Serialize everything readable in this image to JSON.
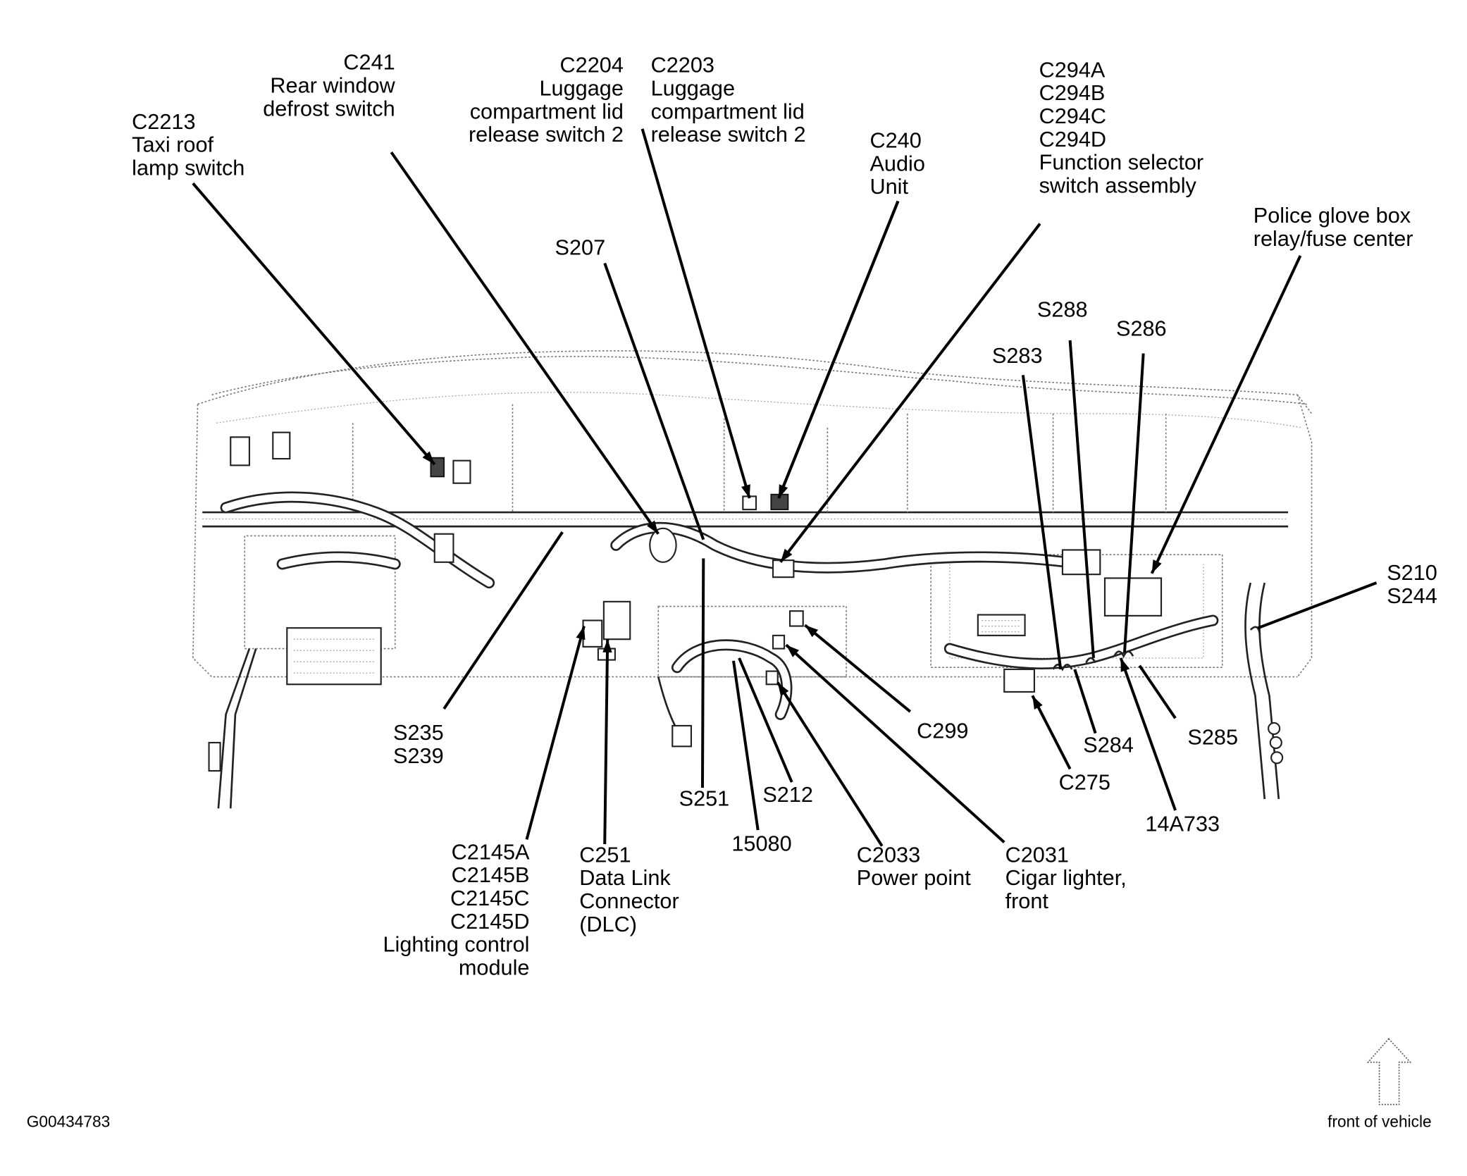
{
  "figure_id": "G00434783",
  "orientation_label": "front of vehicle",
  "callouts": [
    {
      "id": "c2213",
      "lines": [
        "C2213",
        "Taxi roof",
        "lamp switch"
      ],
      "anchor": "start"
    },
    {
      "id": "c241",
      "lines": [
        "C241",
        "Rear window",
        "defrost switch"
      ],
      "anchor": "end"
    },
    {
      "id": "c2204",
      "lines": [
        "C2204",
        "Luggage",
        "compartment lid",
        "release switch 2"
      ],
      "anchor": "end"
    },
    {
      "id": "c2203",
      "lines": [
        "C2203",
        "Luggage",
        "compartment lid",
        "release switch 2"
      ],
      "anchor": "start"
    },
    {
      "id": "c240",
      "lines": [
        "C240",
        "Audio",
        "Unit"
      ],
      "anchor": "start"
    },
    {
      "id": "c294",
      "lines": [
        "C294A",
        "C294B",
        "C294C",
        "C294D",
        "Function selector",
        "switch assembly"
      ],
      "anchor": "start"
    },
    {
      "id": "police-glove-box",
      "lines": [
        "Police glove box",
        "relay/fuse center"
      ],
      "anchor": "start"
    },
    {
      "id": "s207",
      "lines": [
        "S207"
      ],
      "anchor": "start"
    },
    {
      "id": "s288",
      "lines": [
        "S288"
      ],
      "anchor": "start"
    },
    {
      "id": "s286",
      "lines": [
        "S286"
      ],
      "anchor": "start"
    },
    {
      "id": "s283",
      "lines": [
        "S283"
      ],
      "anchor": "start"
    },
    {
      "id": "s210-s244",
      "lines": [
        "S210",
        "S244"
      ],
      "anchor": "start"
    },
    {
      "id": "s235-s239",
      "lines": [
        "S235",
        "S239"
      ],
      "anchor": "start"
    },
    {
      "id": "c299",
      "lines": [
        "C299"
      ],
      "anchor": "start"
    },
    {
      "id": "s284",
      "lines": [
        "S284"
      ],
      "anchor": "start"
    },
    {
      "id": "s285",
      "lines": [
        "S285"
      ],
      "anchor": "start"
    },
    {
      "id": "c275",
      "lines": [
        "C275"
      ],
      "anchor": "start"
    },
    {
      "id": "14a733",
      "lines": [
        "14A733"
      ],
      "anchor": "start"
    },
    {
      "id": "s251",
      "lines": [
        "S251"
      ],
      "anchor": "start"
    },
    {
      "id": "s212",
      "lines": [
        "S212"
      ],
      "anchor": "start"
    },
    {
      "id": "15080",
      "lines": [
        "15080"
      ],
      "anchor": "start"
    },
    {
      "id": "c2145",
      "lines": [
        "C2145A",
        "C2145B",
        "C2145C",
        "C2145D",
        "Lighting control",
        "module"
      ],
      "anchor": "end"
    },
    {
      "id": "c251",
      "lines": [
        "C251",
        "Data Link",
        "Connector",
        "(DLC)"
      ],
      "anchor": "start"
    },
    {
      "id": "c2033",
      "lines": [
        "C2033",
        "Power point"
      ],
      "anchor": "start"
    },
    {
      "id": "c2031",
      "lines": [
        "C2031",
        "Cigar lighter,",
        "front"
      ],
      "anchor": "start"
    }
  ]
}
